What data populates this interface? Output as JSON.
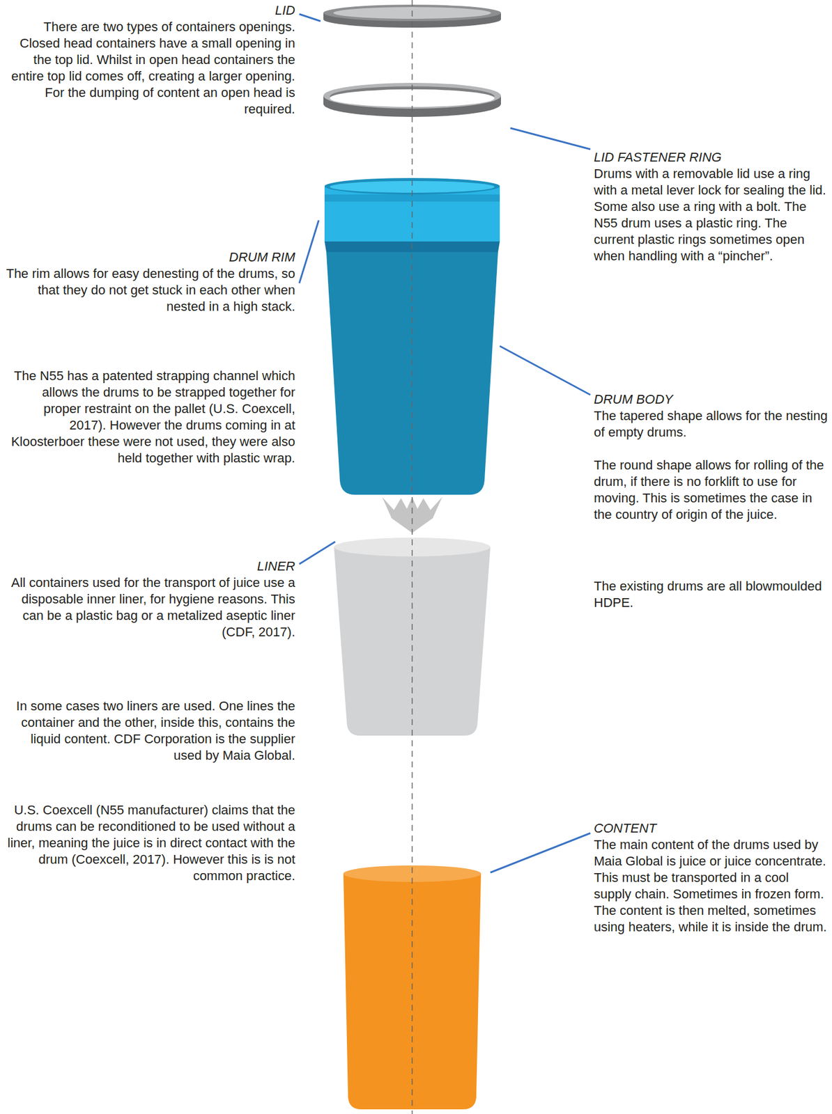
{
  "diagram": {
    "labels": [
      "LID",
      "There are two types of containers openings. Closed head containers have a small opening in the top lid. Whilst in open head containers the entire top lid comes off, creating a larger opening. For the dumping of content an open head is required.",
      "DRUM RIM",
      "The rim allows for easy denesting of the drums, so that they do not get stuck in each other when nested in a high stack.",
      "The N55 has a patented strapping channel which allows the drums to be strapped together for proper restraint on the pallet (U.S. Coexcell, 2017). However the drums coming in at Kloosterboer these were not used, they were also held together with plastic wrap.",
      "LINER",
      "All containers used for the transport of juice use a disposable inner liner, for hygiene reasons. This can be a plastic bag or a metalized aseptic liner (CDF, 2017).",
      "In some cases two liners are used. One lines the container and the other, inside this, contains the liquid content. CDF Corporation is the supplier used by Maia Global.",
      "U.S. Coexcell (N55 manufacturer) claims that the drums can be reconditioned to be used without a liner, meaning the juice is in direct contact with the drum (Coexcell, 2017). However this is is not common practice.",
      "LID FASTENER RING",
      "Drums with a removable lid use a ring with a metal lever lock for sealing the lid. Some also use a ring with a bolt. The N55 drum uses a plastic ring. The current plastic rings sometimes open when handling with a “pincher”.",
      "DRUM BODY",
      "The tapered shape allows for the nesting of empty drums.",
      "The round shape allows for rolling of the drum, if there is no forklift to use for moving. This is sometimes the case in the country of origin of the juice.",
      "The existing drums are all blowmoulded HDPE.",
      "CONTENT",
      "The main content of the drums used by Maia Global is juice or juice concentrate. This must be transported in a cool supply chain. Sometimes in frozen form. The content is then melted, sometimes using heaters, while it is inside the drum."
    ]
  }
}
